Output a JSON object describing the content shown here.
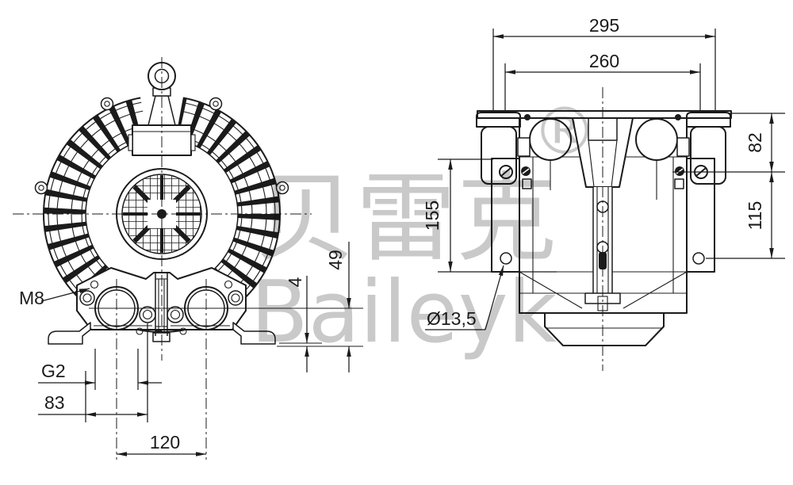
{
  "title": "Blower technical drawing",
  "colors": {
    "line": "#1b1b1b",
    "watermark": "#c9c9c9",
    "background": "#ffffff"
  },
  "dimensions": {
    "overall_width": "295",
    "inner_width": "260",
    "top_height": "82",
    "side_height": "115",
    "body_height": "155",
    "port_center_height": "49",
    "foot_thickness": "4",
    "eye_thread": "M8",
    "port_thread": "G2",
    "bolt_spacing": "83",
    "port_spacing": "120",
    "hole_diameter": "Ø13,5"
  },
  "watermark": {
    "cn": "贝雷克",
    "en": "Baileyk",
    "registered": "®"
  }
}
